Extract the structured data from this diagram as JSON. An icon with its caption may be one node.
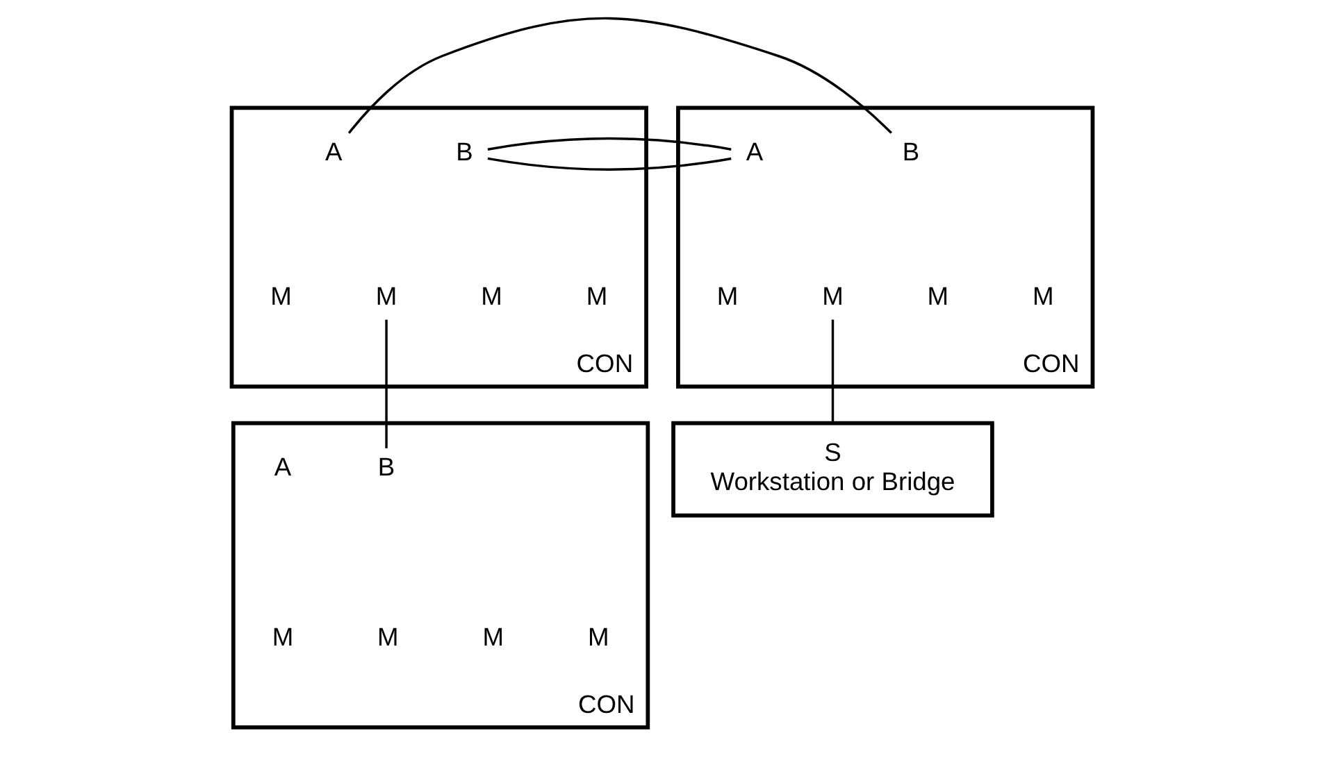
{
  "diagram": {
    "nodes": [
      {
        "text": [
          "CON"
        ]
      },
      {
        "text": [
          "A"
        ],
        "in": 0
      },
      {
        "text": [
          "B"
        ],
        "in": 0
      },
      {
        "text": [
          "M"
        ],
        "in": 0
      },
      {
        "text": [
          "M"
        ],
        "in": 0
      },
      {
        "text": [
          "M"
        ],
        "in": 0
      },
      {
        "text": [
          "M"
        ],
        "in": 0
      },
      {
        "text": [
          "CON"
        ]
      },
      {
        "text": [
          "A"
        ],
        "in": 7
      },
      {
        "text": [
          "B"
        ],
        "in": 7
      },
      {
        "text": [
          "M"
        ],
        "in": 7
      },
      {
        "text": [
          "M"
        ],
        "in": 7
      },
      {
        "text": [
          "M"
        ],
        "in": 7
      },
      {
        "text": [
          "M"
        ],
        "in": 7
      },
      {
        "text": [
          "CON"
        ]
      },
      {
        "text": [
          "A"
        ],
        "in": 14
      },
      {
        "text": [
          "B"
        ],
        "in": 14
      },
      {
        "text": [
          "M"
        ],
        "in": 14
      },
      {
        "text": [
          "M"
        ],
        "in": 14
      },
      {
        "text": [
          "M"
        ],
        "in": 14
      },
      {
        "text": [
          "M"
        ],
        "in": 14
      },
      {
        "text": [
          "S",
          "Workstation or Bridge"
        ]
      }
    ],
    "edges": [
      {
        "from": 1,
        "to": 9,
        "arrow": "none"
      },
      {
        "from": 2,
        "to": 8,
        "arrow": "none"
      },
      {
        "from": 4,
        "to": 16,
        "arrow": "none"
      },
      {
        "from": 11,
        "to": 21,
        "arrow": "none"
      }
    ]
  }
}
